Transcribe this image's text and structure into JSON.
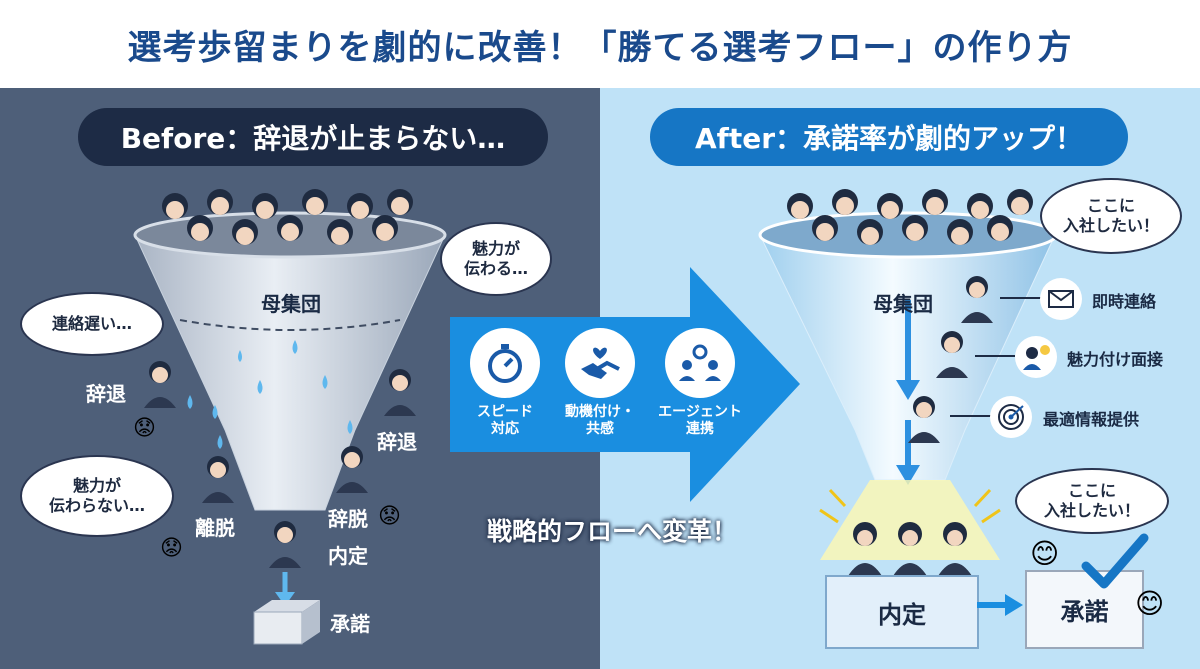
{
  "title": "選考歩留まりを劇的に改善！「勝てる選考フロー」の作り方",
  "before": {
    "heading": "Before：辞退が止まらない…",
    "funnel_label": "母集団",
    "bubble_top": "魅力が\n伝わる…",
    "bubble_left": "連絡遅い…",
    "bubble_bottom": "魅力が\n伝わらない…",
    "drop_labels": {
      "left": "辞退",
      "right": "辞退",
      "center_left": "離脱",
      "center_right": "辞脱",
      "offer": "内定",
      "accept": "承諾"
    }
  },
  "transition": {
    "items": [
      {
        "icon": "stopwatch-icon",
        "label": "スピード\n対応"
      },
      {
        "icon": "handshake-icon",
        "label": "動機付け・\n共感"
      },
      {
        "icon": "team-icon",
        "label": "エージェント\n連携"
      }
    ],
    "caption": "戦略的フローへ変革！"
  },
  "after": {
    "heading": "After：承諾率が劇的アップ！",
    "funnel_label": "母集団",
    "bubble_top": "ここに\n入社したい！",
    "bubble_bottom": "ここに\n入社したい！",
    "steps": [
      {
        "icon": "mail-icon",
        "label": "即時連絡"
      },
      {
        "icon": "person-smile-icon",
        "label": "魅力付け面接"
      },
      {
        "icon": "target-icon",
        "label": "最適情報提供"
      }
    ],
    "offer_label": "内定",
    "accept_label": "承諾"
  },
  "colors": {
    "title": "#1a4a8c",
    "before_bg": "#4e5f79",
    "after_bg": "#bfe2f7",
    "before_pill": "#1d2b45",
    "after_pill": "#1676c5",
    "arrow": "#1a8ee0"
  }
}
